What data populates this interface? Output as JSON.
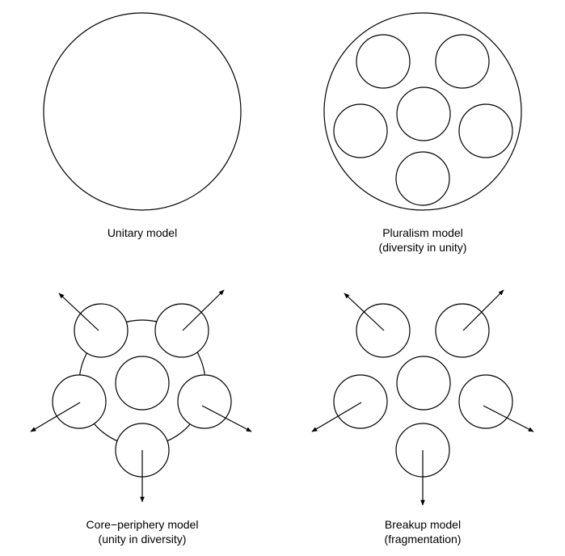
{
  "colors": {
    "stroke": "#000000",
    "background": "#ffffff"
  },
  "panels": {
    "unitary": {
      "title": "Unitary model",
      "subtitle": ""
    },
    "pluralism": {
      "title": "Pluralism model",
      "subtitle": "(diversity in unity)"
    },
    "core_periphery": {
      "title": "Core−periphery model",
      "subtitle": "(unity in diversity)"
    },
    "breakup": {
      "title": "Breakup model",
      "subtitle": "(fragmentation)"
    }
  }
}
